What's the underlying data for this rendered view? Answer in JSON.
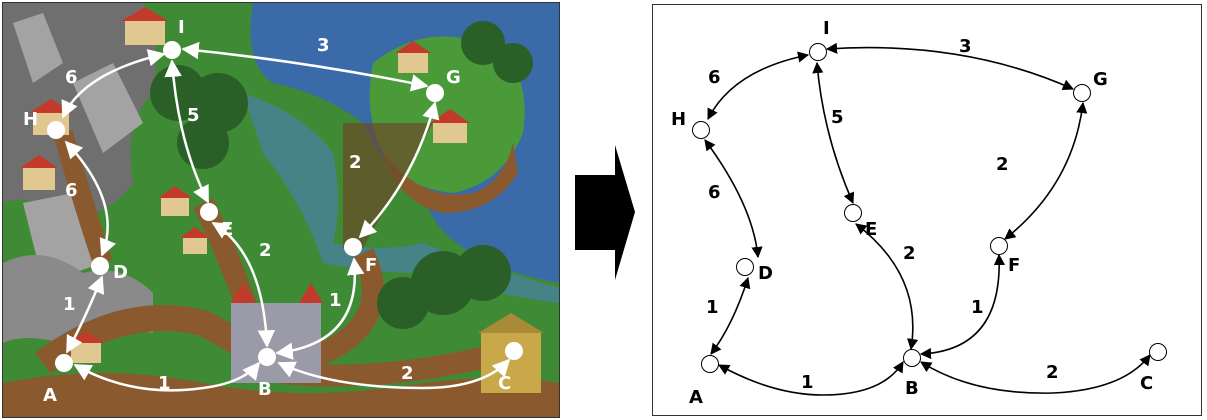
{
  "map": {
    "nodes": [
      {
        "id": "I",
        "label": "I"
      },
      {
        "id": "G",
        "label": "G"
      },
      {
        "id": "H",
        "label": "H"
      },
      {
        "id": "E",
        "label": "E"
      },
      {
        "id": "F",
        "label": "F"
      },
      {
        "id": "D",
        "label": "D"
      },
      {
        "id": "A",
        "label": "A"
      },
      {
        "id": "B",
        "label": "B"
      },
      {
        "id": "C",
        "label": "C"
      }
    ],
    "edges": [
      {
        "from": "I",
        "to": "G",
        "weight": "3"
      },
      {
        "from": "I",
        "to": "H",
        "weight": "6"
      },
      {
        "from": "I",
        "to": "E",
        "weight": "5"
      },
      {
        "from": "H",
        "to": "D",
        "weight": "6"
      },
      {
        "from": "G",
        "to": "F",
        "weight": "2"
      },
      {
        "from": "E",
        "to": "B",
        "weight": "2"
      },
      {
        "from": "D",
        "to": "A",
        "weight": "1"
      },
      {
        "from": "A",
        "to": "B",
        "weight": "1"
      },
      {
        "from": "F",
        "to": "B",
        "weight": "1"
      },
      {
        "from": "B",
        "to": "C",
        "weight": "2"
      }
    ]
  },
  "graph": {
    "nodes": [
      {
        "id": "I",
        "label": "I"
      },
      {
        "id": "G",
        "label": "G"
      },
      {
        "id": "H",
        "label": "H"
      },
      {
        "id": "E",
        "label": "E"
      },
      {
        "id": "F",
        "label": "F"
      },
      {
        "id": "D",
        "label": "D"
      },
      {
        "id": "A",
        "label": "A"
      },
      {
        "id": "B",
        "label": "B"
      },
      {
        "id": "C",
        "label": "C"
      }
    ],
    "edges": [
      {
        "from": "I",
        "to": "G",
        "weight": "3"
      },
      {
        "from": "I",
        "to": "H",
        "weight": "6"
      },
      {
        "from": "I",
        "to": "E",
        "weight": "5"
      },
      {
        "from": "H",
        "to": "D",
        "weight": "6"
      },
      {
        "from": "G",
        "to": "F",
        "weight": "2"
      },
      {
        "from": "E",
        "to": "B",
        "weight": "2"
      },
      {
        "from": "D",
        "to": "A",
        "weight": "1"
      },
      {
        "from": "A",
        "to": "B",
        "weight": "1"
      },
      {
        "from": "F",
        "to": "B",
        "weight": "1"
      },
      {
        "from": "B",
        "to": "C",
        "weight": "2"
      }
    ]
  },
  "colors": {
    "grass": "#3f8a35",
    "grass_dark": "#2a5f28",
    "water": "#3a6aa8",
    "path": "#8a5a2e",
    "rock": "#8a8a8a",
    "roof": "#c43a2a",
    "wall": "#e0c890",
    "map_node": "#ffffff",
    "graph_stroke": "#000000"
  }
}
